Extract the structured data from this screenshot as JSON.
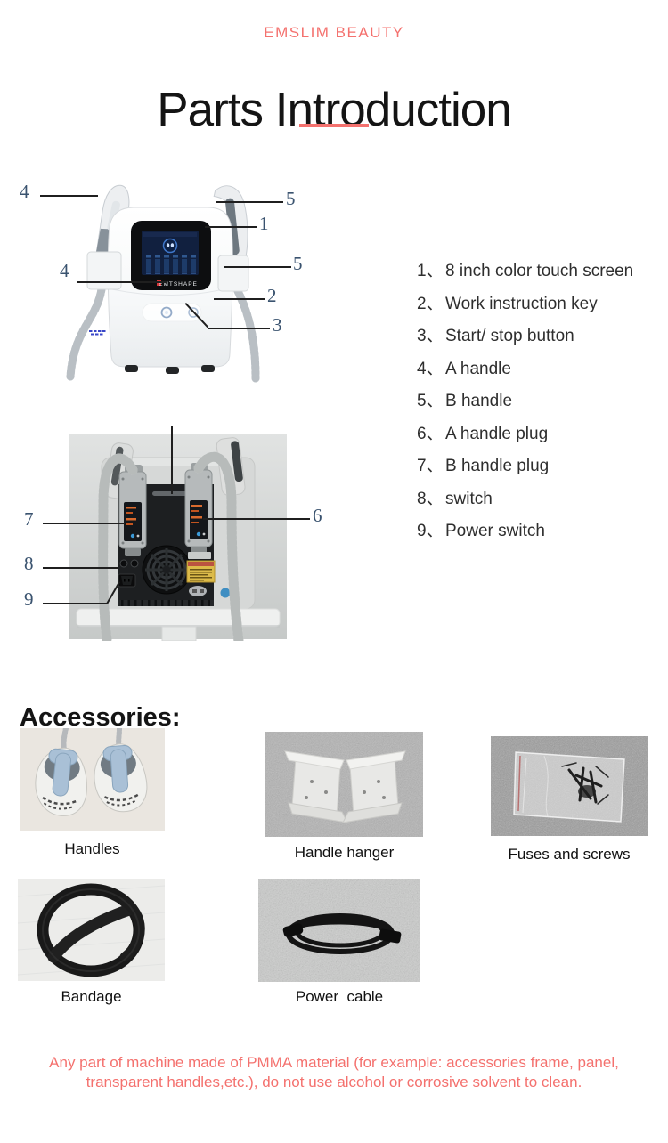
{
  "header": {
    "brand": "EMSLIM BEAUTY",
    "title": "Parts Introduction"
  },
  "device": {
    "logo": "EMTSHAPE"
  },
  "callouts": {
    "front": [
      "4",
      "5",
      "1",
      "4",
      "5",
      "2",
      "3"
    ],
    "rear": [
      "7",
      "6",
      "8",
      "9"
    ]
  },
  "parts": {
    "sep": "、",
    "list": [
      {
        "num": "1",
        "label": "8 inch color touch screen"
      },
      {
        "num": "2",
        "label": "Work instruction key"
      },
      {
        "num": "3",
        "label": "Start/ stop button"
      },
      {
        "num": "4",
        "label": "A handle"
      },
      {
        "num": "5",
        "label": "B handle"
      },
      {
        "num": "6",
        "label": "A handle plug"
      },
      {
        "num": "7",
        "label": "B handle plug"
      },
      {
        "num": "8",
        "label": "switch"
      },
      {
        "num": "9",
        "label": "Power switch"
      }
    ]
  },
  "accessories": {
    "heading": "Accessories:",
    "items": [
      {
        "caption": "Handles"
      },
      {
        "caption": "Handle hanger"
      },
      {
        "caption": "Fuses and screws"
      },
      {
        "caption": "Bandage"
      },
      {
        "caption": "Power  cable"
      }
    ]
  },
  "note": {
    "line1": "Any part of machine made of PMMA material (for example: accessories frame, panel,",
    "line2": "transparent handles,etc.), do not use alcohol or corrosive solvent to clean."
  },
  "colors": {
    "accent": "#f4716e",
    "callout_number": "#3a536f",
    "title": "#141414"
  }
}
